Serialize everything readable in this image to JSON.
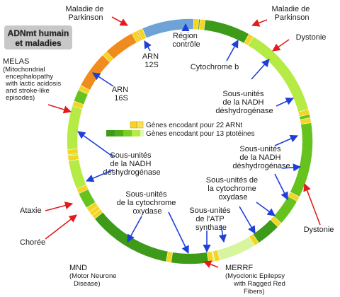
{
  "title_lines": [
    "ADNmt humain",
    "et maladies"
  ],
  "legend": {
    "trna": "Gènes encodant pour 22 ARNt",
    "protein": "Gènes encodant pour 13 ptotéines"
  },
  "colors": {
    "rrna": "#f08c1e",
    "control": "#6fa3d8",
    "trna": "#f6d423",
    "dark_green": "#3e9b1a",
    "mid_green": "#66c21c",
    "light_green": "#b6ea45",
    "pale_green": "#d6f59c",
    "arrow_blue": "#1f3fd8",
    "arrow_red": "#e21c1c",
    "title_bg": "#c8c8c8"
  },
  "inner_labels": {
    "control": [
      "Région",
      "contrôle"
    ],
    "rna12s": [
      "ARN",
      "12S"
    ],
    "rna16s": [
      "ARN",
      "16S"
    ],
    "cytb": [
      "Cytochrome b"
    ],
    "nadh_upper": [
      "Sous-unités",
      "de la NADH",
      "déshydrogénase"
    ],
    "nadh_left": [
      "Sous-unités",
      "de la NADH",
      "déshydrogénase"
    ],
    "nadh_right": [
      "Sous-unités",
      "de la NADH",
      "déshydrogénase"
    ],
    "cox_right": [
      "Sous-unités de",
      "la cytochrome",
      "oxydase"
    ],
    "cox_bottom": [
      "Sous-unités",
      "de la cytochrome",
      "oxydase"
    ],
    "atp": [
      "Sous-unités",
      "de l'ATP",
      "synthase"
    ]
  },
  "diseases": {
    "parkinson_left": [
      "Maladie de",
      "Parkinson"
    ],
    "parkinson_right": [
      "Maladie de",
      "Parkinson"
    ],
    "dystonie_top": [
      "Dystonie"
    ],
    "dystonie_bottom": [
      "Dystonie"
    ],
    "melas": [
      "MELAS",
      "(Mitochondrial",
      "encephalopathy",
      "with lactic acidosis",
      "and stroke-like",
      "episodes)"
    ],
    "ataxie": [
      "Ataxie"
    ],
    "choree": [
      "Chorée"
    ],
    "mnd": [
      "MND",
      "(Motor Neurone",
      "Disease)"
    ],
    "merrf": [
      "MERRF",
      "(Myoclonic Epilepsy",
      "with Ragged Red",
      "Fibers)"
    ]
  }
}
